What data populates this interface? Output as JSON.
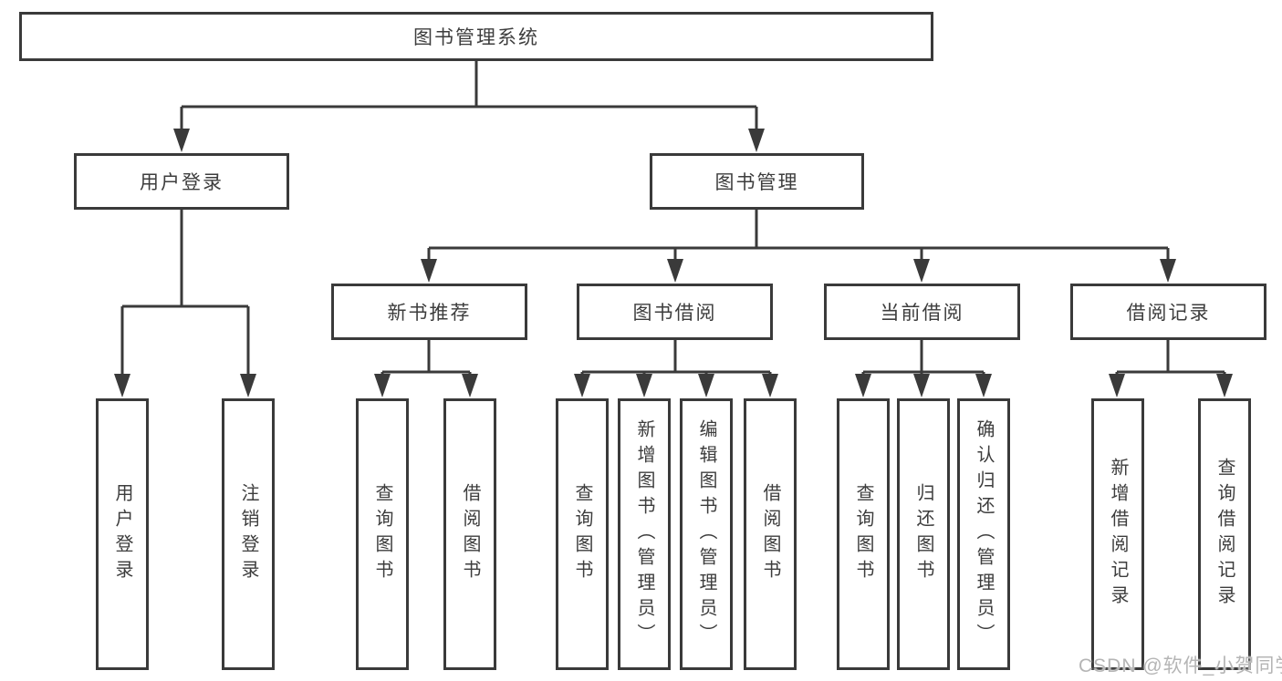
{
  "diagram": {
    "title": "图书管理系统",
    "level2": [
      {
        "label": "用户登录",
        "leaves": [
          "用户登录",
          "注销登录"
        ]
      },
      {
        "label": "图书管理",
        "level3": [
          {
            "label": "新书推荐",
            "leaves": [
              "查询图书",
              "借阅图书"
            ]
          },
          {
            "label": "图书借阅",
            "leaves": [
              "查询图书",
              "新增图书（管理员）",
              "编辑图书（管理员）",
              "借阅图书"
            ]
          },
          {
            "label": "当前借阅",
            "leaves": [
              "查询图书",
              "归还图书",
              "确认归还（管理员）"
            ]
          },
          {
            "label": "借阅记录",
            "leaves": [
              "新增借阅记录",
              "查询借阅记录"
            ]
          }
        ]
      }
    ]
  },
  "watermark": {
    "text": "CSDN @软件_小贺同学"
  },
  "colors": {
    "line": "#3a3a3a",
    "text": "#3d3d3d",
    "watermark": "#b5b5b5",
    "background": "#ffffff"
  }
}
